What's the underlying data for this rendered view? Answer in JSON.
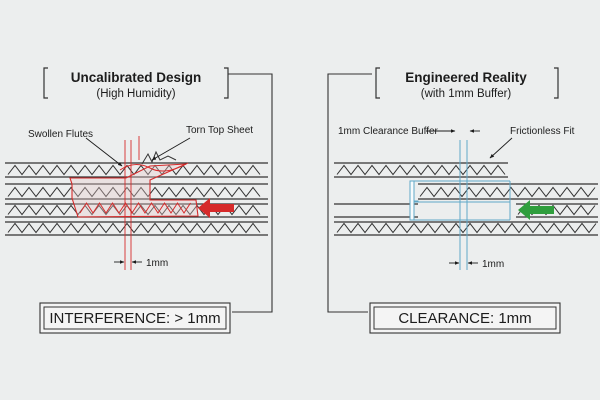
{
  "left_panel": {
    "title": "Uncalibrated Design",
    "subtitle": "(High Humidity)",
    "callout_flutes": "Swollen Flutes",
    "callout_sheet": "Torn Top Sheet",
    "dimension": "1mm",
    "result": "INTERFERENCE: > 1mm",
    "accent_color": "#d62b2b"
  },
  "right_panel": {
    "title": "Engineered Reality",
    "subtitle": "(with 1mm Buffer)",
    "callout_buffer": "1mm Clearance Buffer",
    "callout_fit": "Frictionless Fit",
    "dimension": "1mm",
    "result": "CLEARANCE: 1mm",
    "accent_color": "#2f9e3d",
    "guide_color": "#5fa8c8"
  },
  "icons": {
    "left_arrow": "red-arrow-left-icon",
    "right_arrow": "green-arrow-left-icon"
  }
}
